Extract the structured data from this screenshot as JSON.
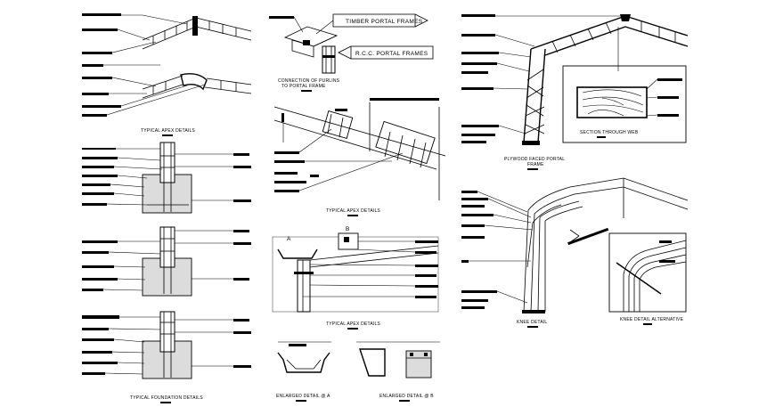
{
  "captions": {
    "typical_apex_details_1": "TYPICAL APEX DETAILS",
    "typical_foundation_details": "TYPICAL FOUNDATION DETAILS",
    "connection_of_purlins": "CONNECTION OF PURLINS",
    "to_portal_frame": "TO PORTAL FRAME",
    "typical_apex_details_2": "TYPICAL APEX DETAILS",
    "typical_apex_details_3": "TYPICAL APEX DETAILS",
    "enlarged_detail_a": "ENLARGED DETAIL @ A",
    "enlarged_detail_b": "ENLARGED DETAIL @ B",
    "plywood_faced_portal_frame": "PLYWOOD FACED PORTAL",
    "frame": "FRAME",
    "section_through_web": "SECTION THROUGH WEB",
    "knee_detail": "KNEE DETAIL",
    "knee_detail_alternative": "KNEE DETAIL ALTERNATIVE"
  },
  "legend": {
    "timber_portal_frames": "TIMBER PORTAL FRAMES",
    "rcc_portal_frames": "R.C.C. PORTAL FRAMES"
  },
  "markers": {
    "a": "A",
    "b": "B"
  }
}
